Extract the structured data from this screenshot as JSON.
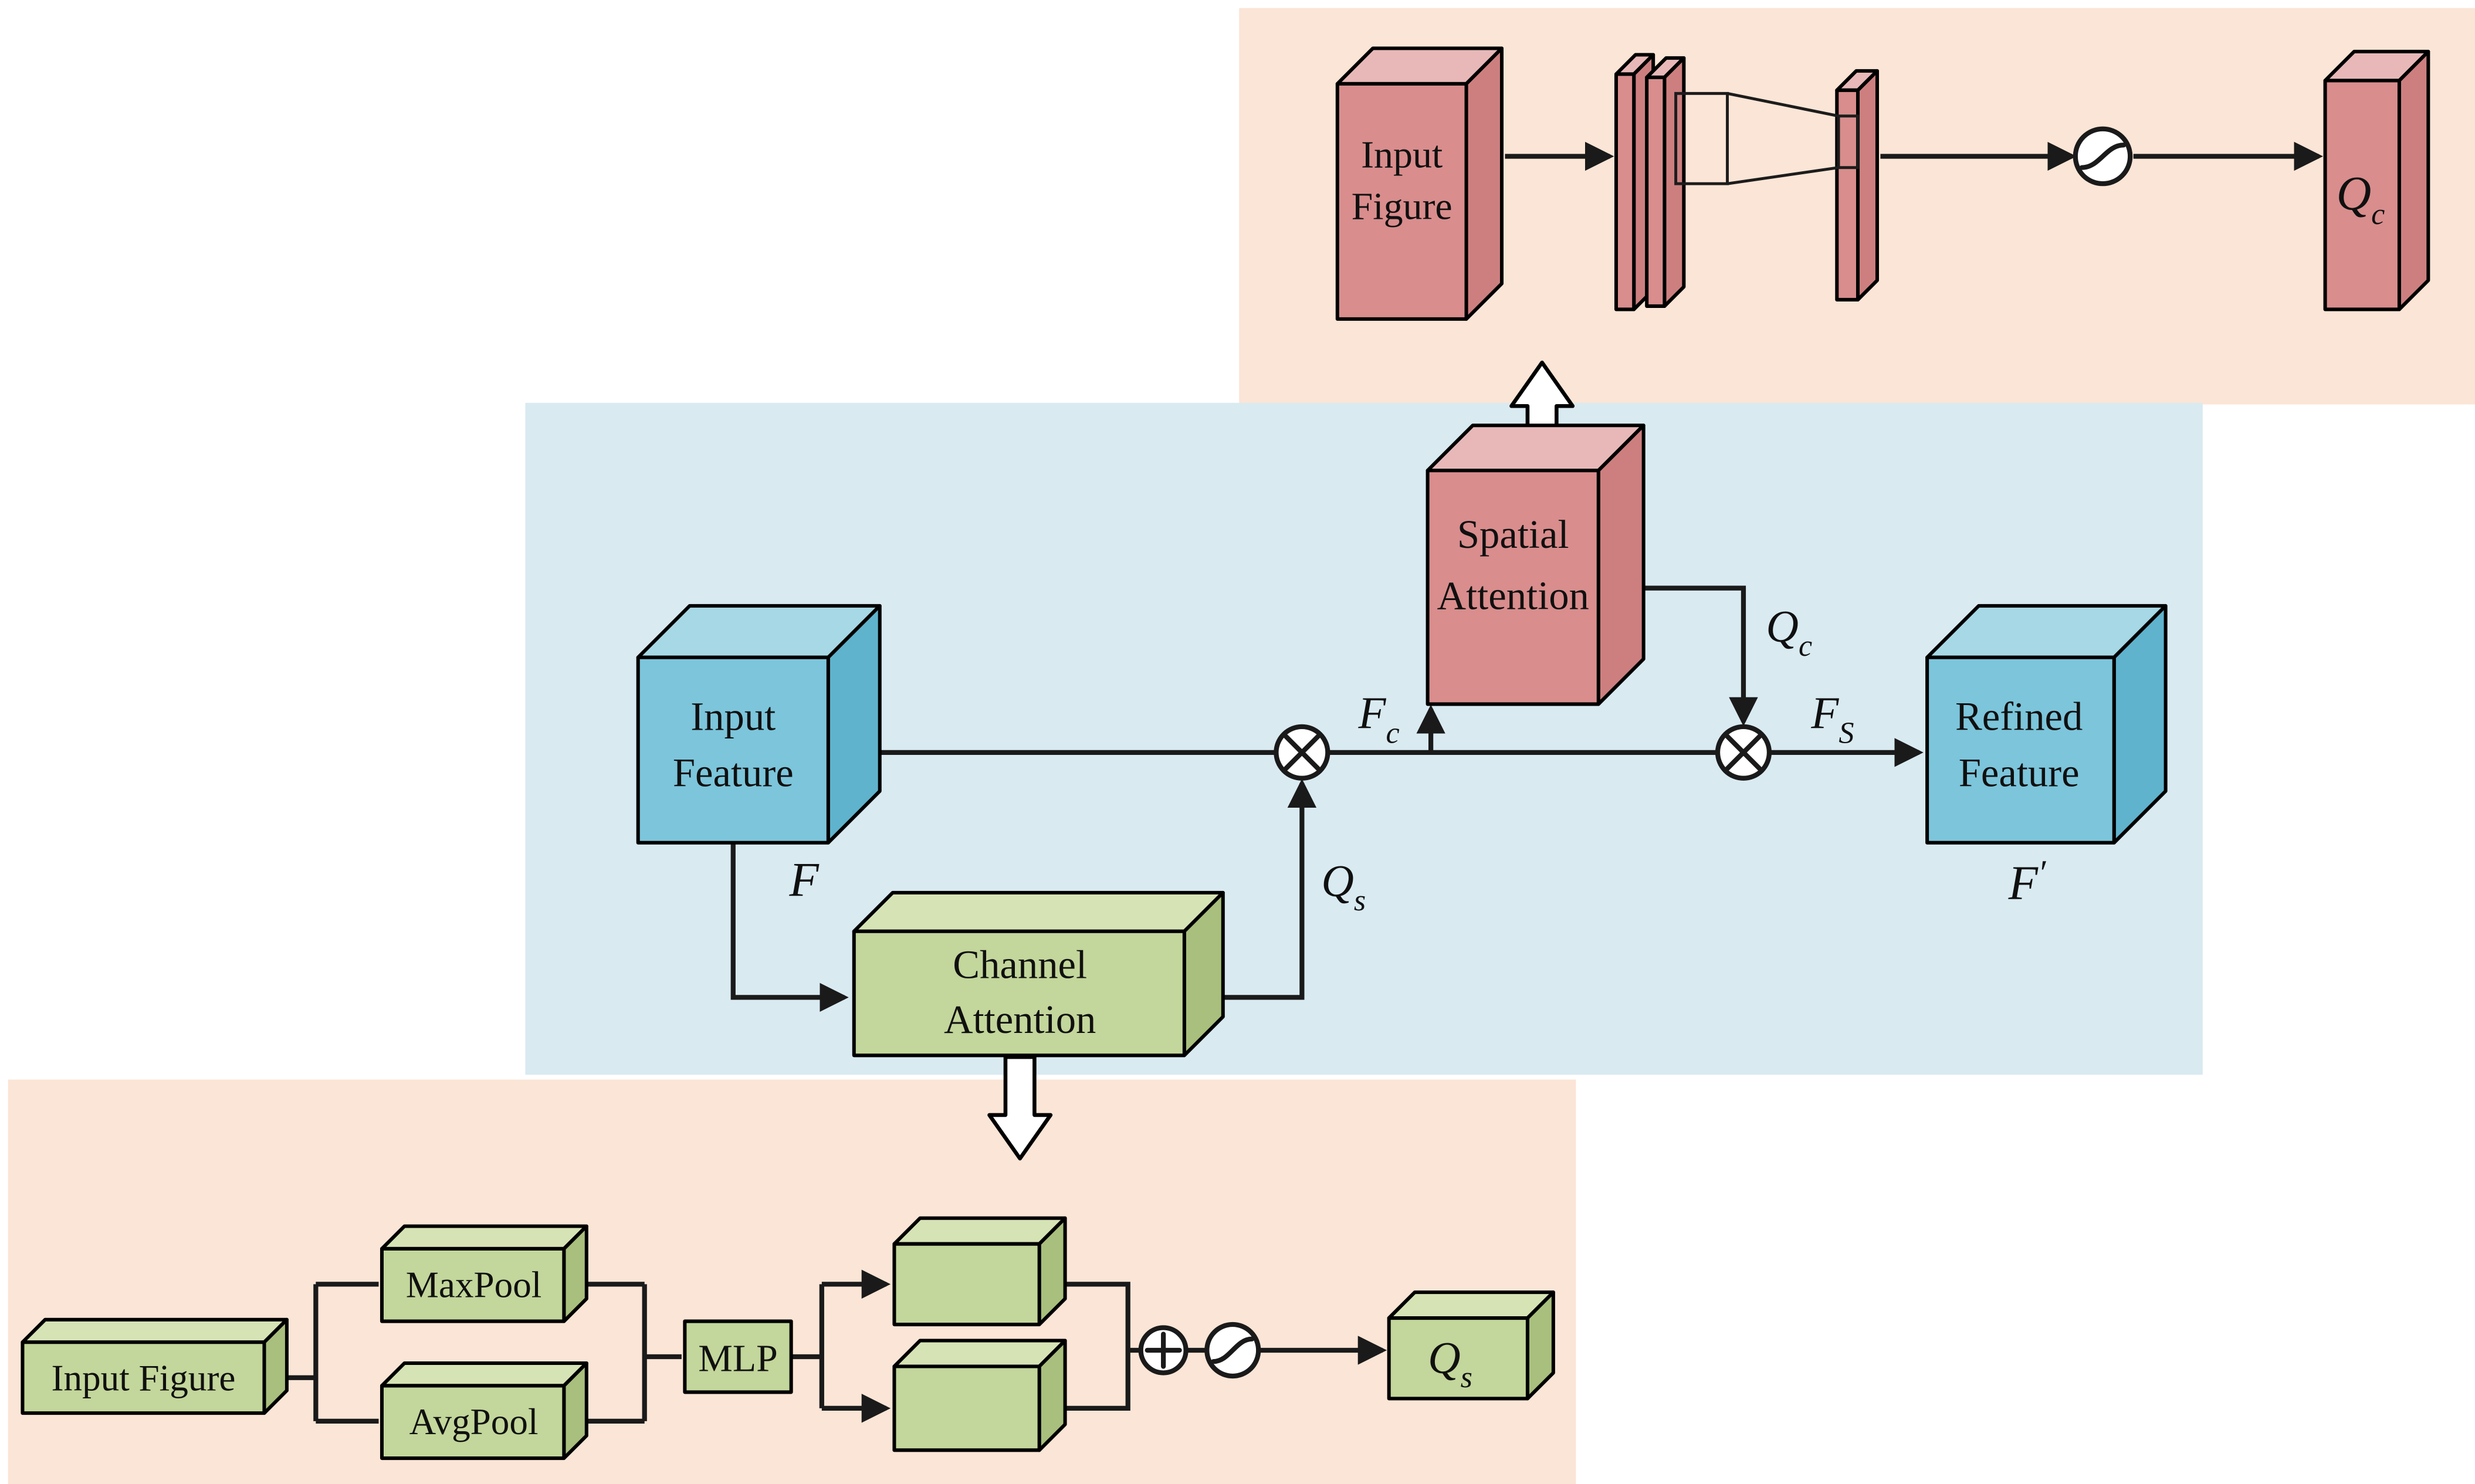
{
  "colors": {
    "panel_peach": "#fbe5d6",
    "panel_blue": "#d9eaf1",
    "red_front": "#d98d8d",
    "red_top": "#e8b8b8",
    "red_side": "#cd7f7f",
    "blue_front": "#7cc5db",
    "blue_top": "#a6d8e6",
    "blue_side": "#5fb3cd",
    "green_front": "#c3d69b",
    "green_top": "#d6e3b5",
    "green_side": "#a9bf7d",
    "line": "#1a1a1a"
  },
  "spatial_detail": {
    "input_figure_line1": "Input",
    "input_figure_line2": "Figure",
    "q_main": "Q",
    "q_sub": "c"
  },
  "main_flow": {
    "input_feature_line1": "Input",
    "input_feature_line2": "Feature",
    "f_label": "F",
    "channel_line1": "Channel",
    "channel_line2": "Attention",
    "spatial_line1": "Spatial",
    "spatial_line2": "Attention",
    "qs_main": "Q",
    "qs_sub": "s",
    "fc_main": "F",
    "fc_sub": "c",
    "qc_main": "Q",
    "qc_sub": "c",
    "fs_main": "F",
    "fs_sub": "S",
    "refined_line1": "Refined",
    "refined_line2": "Feature",
    "fprime_main": "F",
    "fprime_mark": "′"
  },
  "channel_detail": {
    "input_figure": "Input Figure",
    "maxpool": "MaxPool",
    "avgpool": "AvgPool",
    "mlp": "MLP",
    "q_main": "Q",
    "q_sub": "s"
  }
}
